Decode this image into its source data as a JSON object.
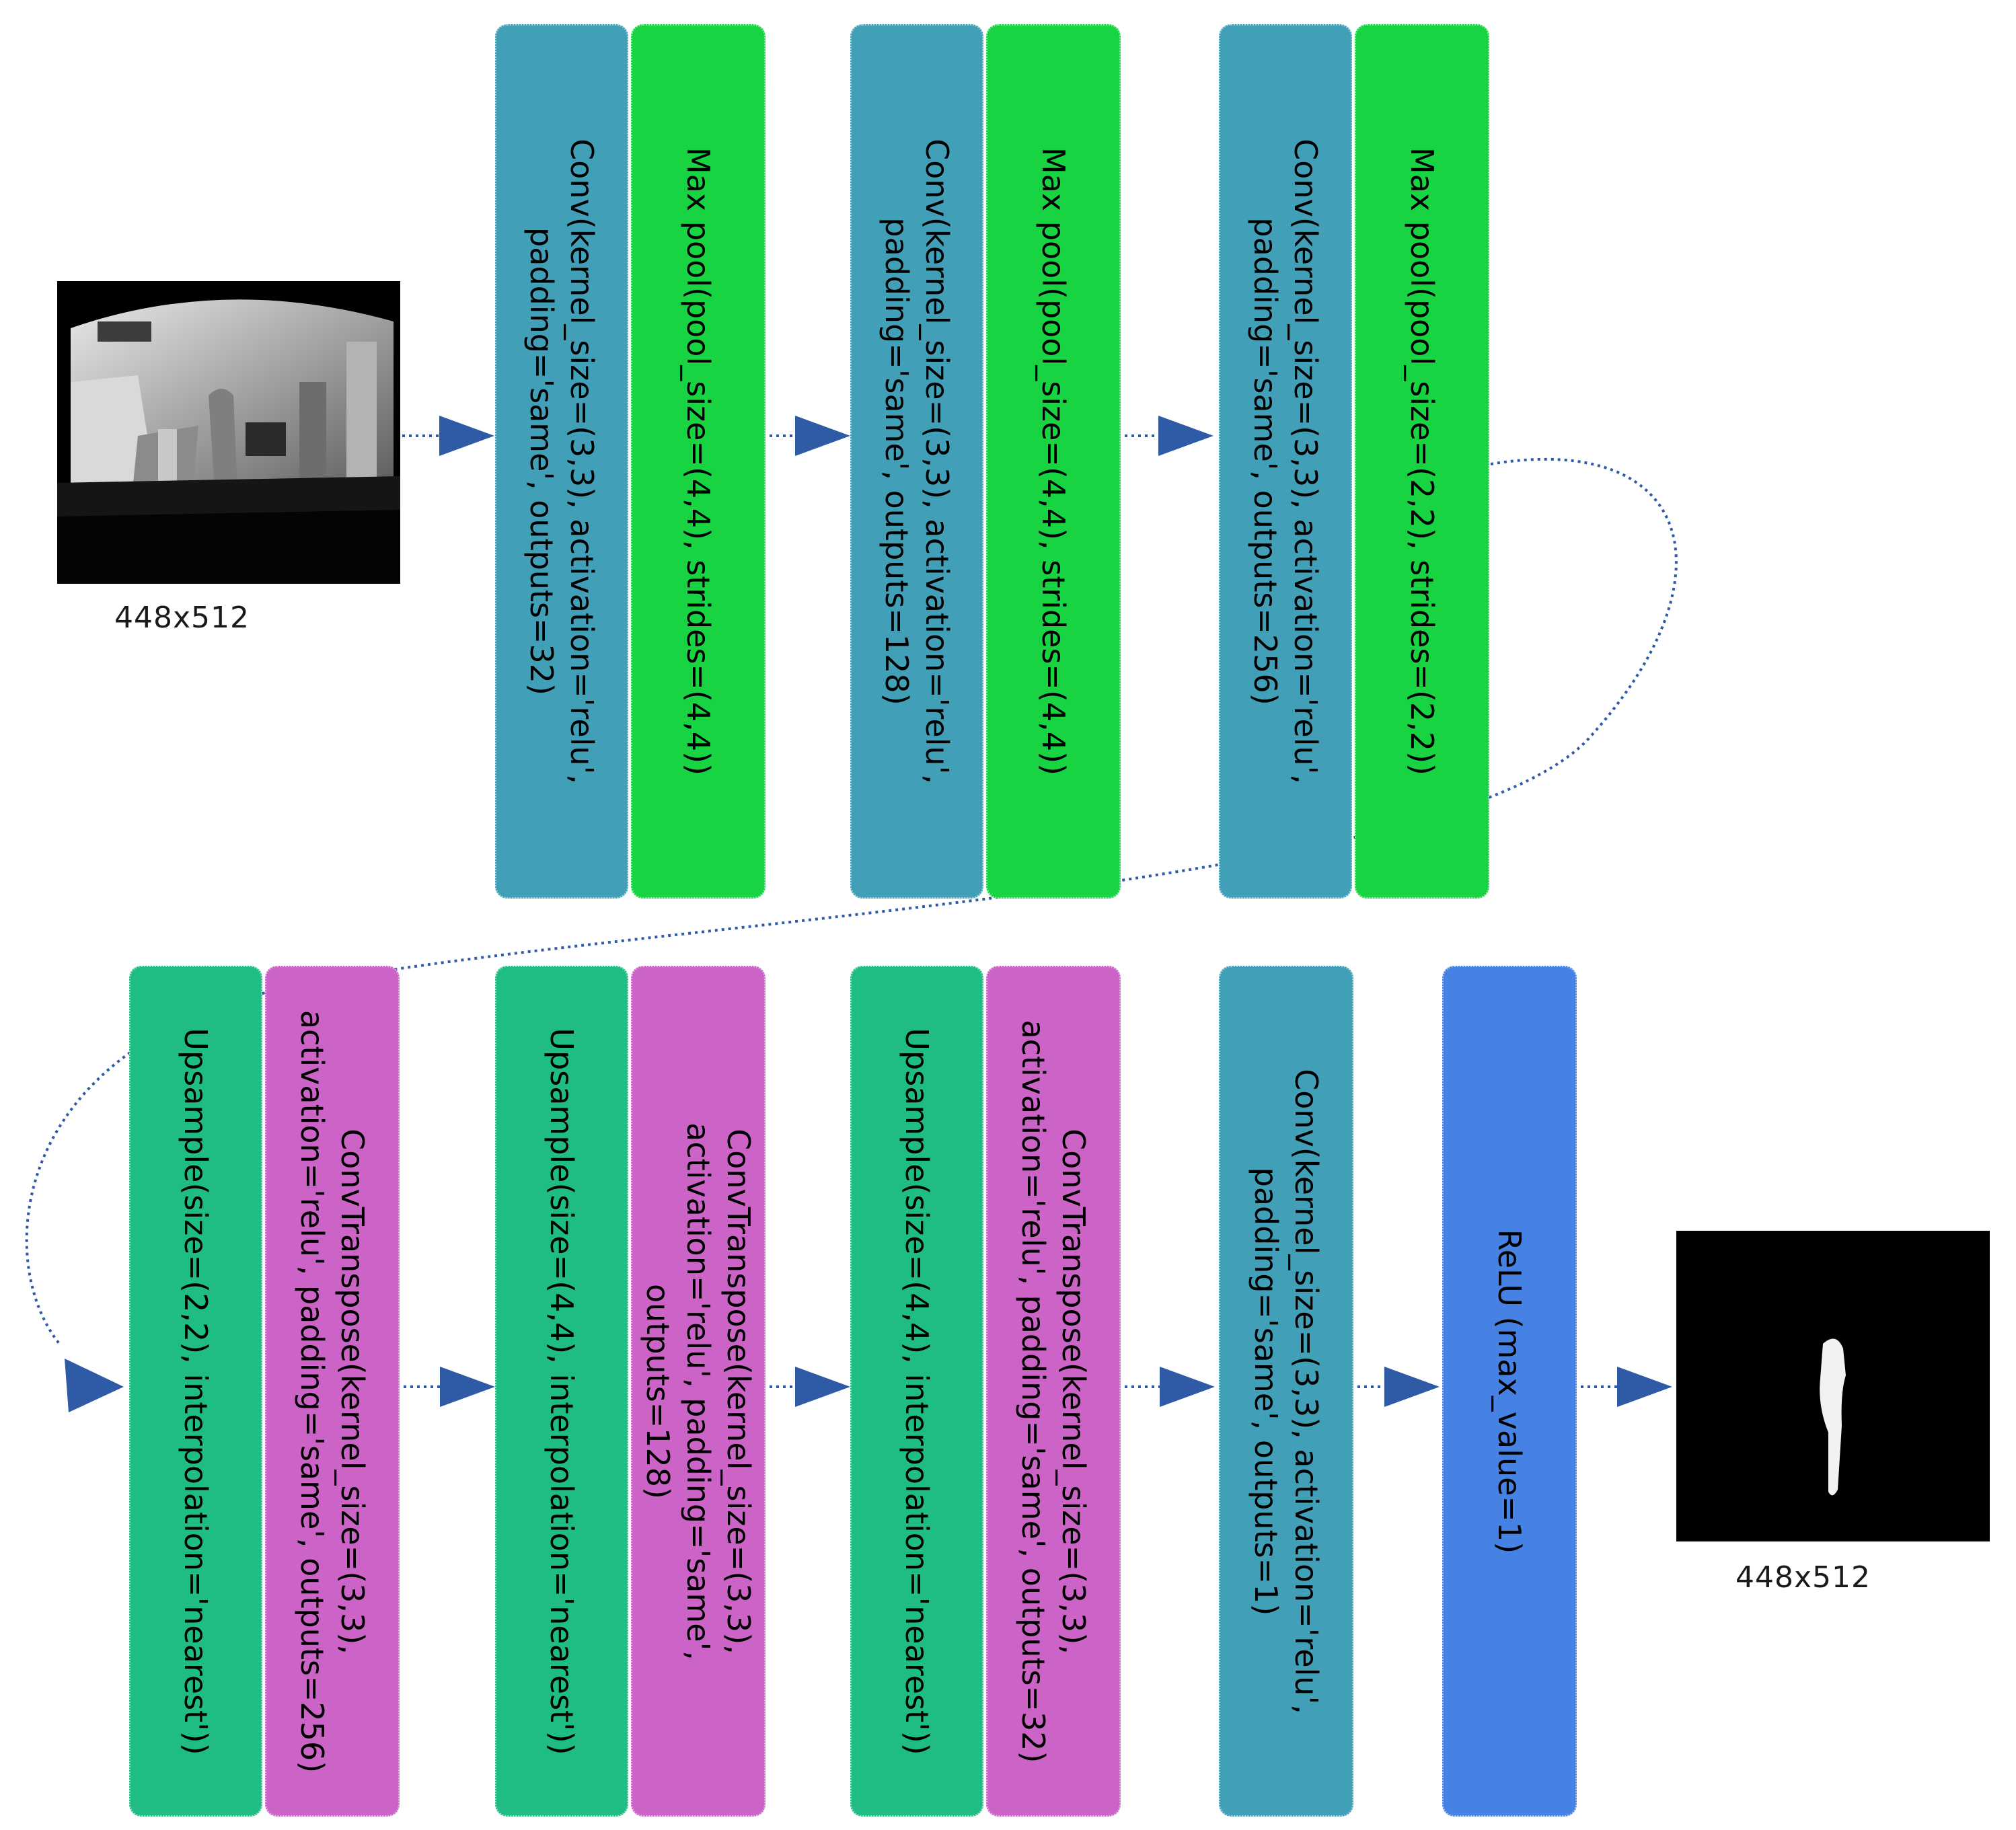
{
  "input": {
    "caption": "448x512"
  },
  "output": {
    "caption": "448x512"
  },
  "colors": {
    "conv": "#41a0b8",
    "maxpool": "#18d442",
    "upsample": "#1fbd84",
    "convtranspose": "#cc63c6",
    "relu": "#4682e4",
    "arrow": "#2e5aa6"
  },
  "encoder": [
    {
      "type": "conv",
      "text": "Conv(kernel_size=(3,3), activation='relu',\npadding='same', outputs=32)"
    },
    {
      "type": "maxpool",
      "text": "Max pool(pool_size=(4,4), strides=(4,4))"
    },
    {
      "type": "conv",
      "text": "Conv(kernel_size=(3,3), activation='relu',\npadding='same', outputs=128)"
    },
    {
      "type": "maxpool",
      "text": "Max pool(pool_size=(4,4), strides=(4,4))"
    },
    {
      "type": "conv",
      "text": "Conv(kernel_size=(3,3), activation='relu',\npadding='same', outputs=256)"
    },
    {
      "type": "maxpool",
      "text": "Max pool(pool_size=(2,2), strides=(2,2))"
    }
  ],
  "decoder": [
    {
      "type": "upsample",
      "text": "Upsample(size=(2,2), interpolation='nearest'))"
    },
    {
      "type": "convtranspose",
      "text": "ConvTranspose(kernel_size=(3,3),\nactivation='relu', padding='same', outputs=256)"
    },
    {
      "type": "upsample",
      "text": "Upsample(size=(4,4), interpolation='nearest'))"
    },
    {
      "type": "convtranspose",
      "text": "ConvTranspose(kernel_size=(3,3),\nactivation='relu', padding='same',\noutputs=128)"
    },
    {
      "type": "upsample",
      "text": "Upsample(size=(4,4), interpolation='nearest'))"
    },
    {
      "type": "convtranspose",
      "text": "ConvTranspose(kernel_size=(3,3),\nactivation='relu', padding='same', outputs=32)"
    },
    {
      "type": "conv",
      "text": "Conv(kernel_size=(3,3), activation='relu',\npadding='same', outputs=1)"
    },
    {
      "type": "relu",
      "text": "ReLU (max_value=1)"
    }
  ]
}
